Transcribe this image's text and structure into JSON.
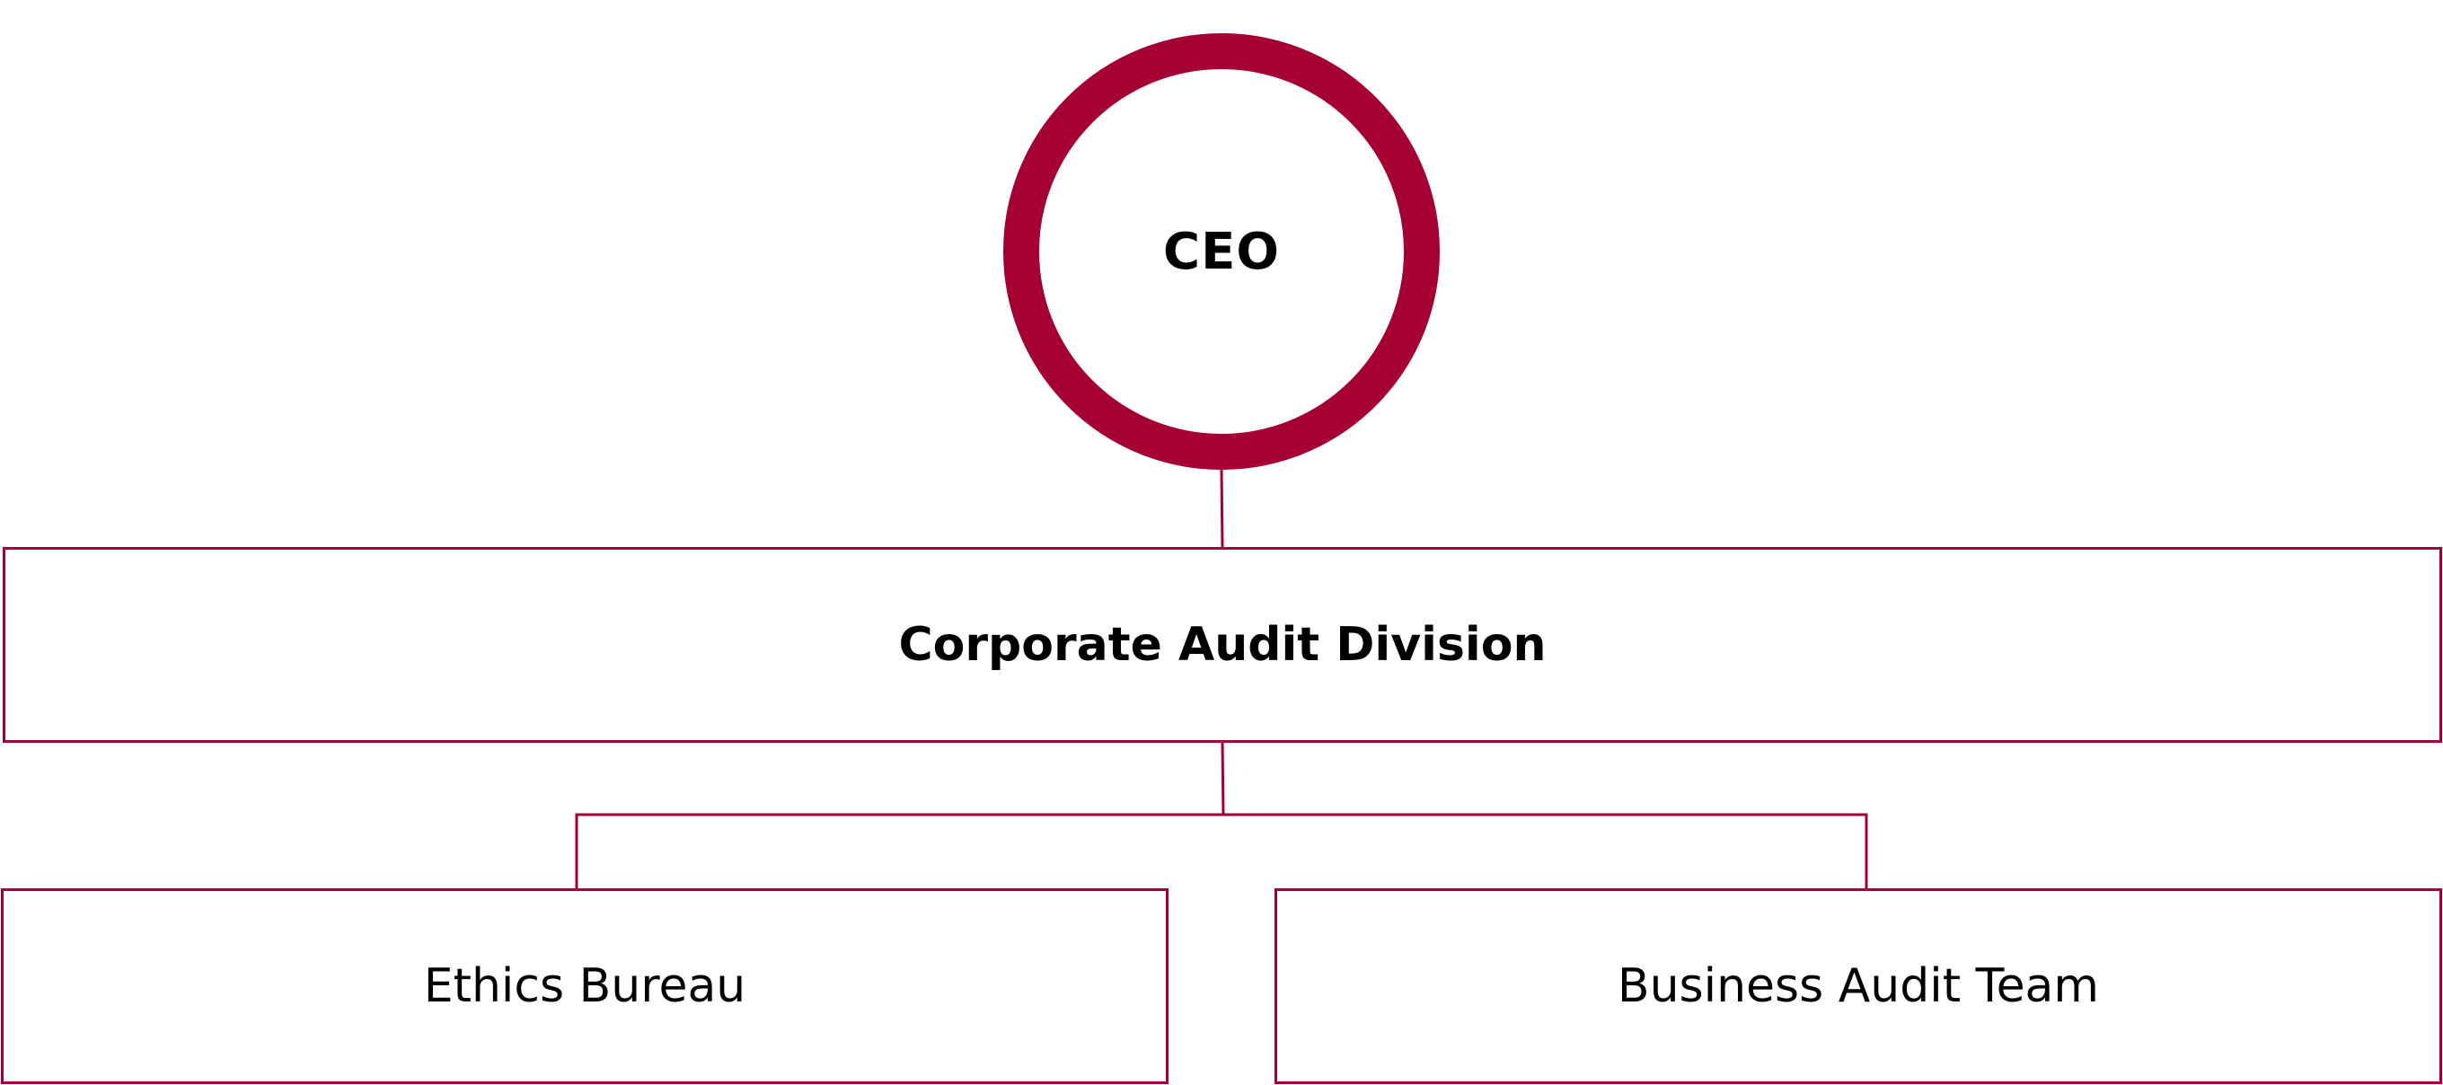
{
  "colors": {
    "accent": "#A50034",
    "background": "#FFFFFF",
    "text": "#000000"
  },
  "org_chart": {
    "top": {
      "label": "CEO"
    },
    "division": {
      "label": "Corporate Audit Division"
    },
    "teams": [
      {
        "label": "Ethics Bureau"
      },
      {
        "label": "Business Audit Team"
      }
    ]
  }
}
